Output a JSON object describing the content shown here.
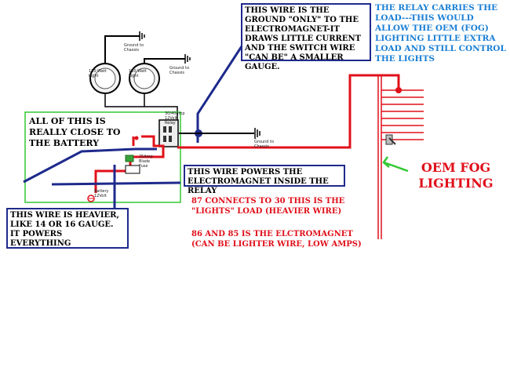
{
  "notes": {
    "ground_wire": "THIS WIRE IS THE GROUND \"ONLY\" TO THE ELECTROMAGNET-IT DRAWS LITTLE CURRENT AND THE SWITCH WIRE \"CAN BE\" A SMALLER GAUGE.",
    "relay_load": "THE RELAY CARRIES THE LOAD---THIS WOULD ALLOW THE OEM (FOG) LIGHTING LITTLE EXTRA LOAD AND STILL CONTROL THE LIGHTS",
    "close_to_battery": "ALL OF THIS IS REALLY CLOSE TO THE BATTERY",
    "powers_electromagnet": "THIS WIRE POWERS THE ELECTROMAGNET INSIDE THE RELAY",
    "heavier_wire": "THIS WIRE IS HEAVIER, LIKE 14 OR 16 GAUGE. IT POWERS EVERYTHING",
    "pin_87_30": "87 CONNECTS TO 30 THIS IS THE \"LIGHTS\" LOAD (HEAVIER WIRE)",
    "pin_86_85": "86 AND 85 IS THE ELCTROMAGNET (CAN BE LIGHTER WIRE, LOW AMPS)",
    "oem_fog": "OEM FOG LIGHTING"
  },
  "labels": {
    "ground_top": "Ground to Chassis",
    "ground_lamp": "Ground to Chassis",
    "ground_relay": "Ground to Chassis",
    "lamp_left": "130 Watt Light",
    "lamp_right": "130 Watt Light",
    "relay": "30/40amp 12Volt Relay",
    "fuse": "25Amp Blade Fuse",
    "battery": "Battery 12Volt"
  },
  "colors": {
    "red_wire": "#e0101a",
    "blue_wire": "#1e2a8c",
    "green": "#32c832",
    "black": "#000000"
  }
}
